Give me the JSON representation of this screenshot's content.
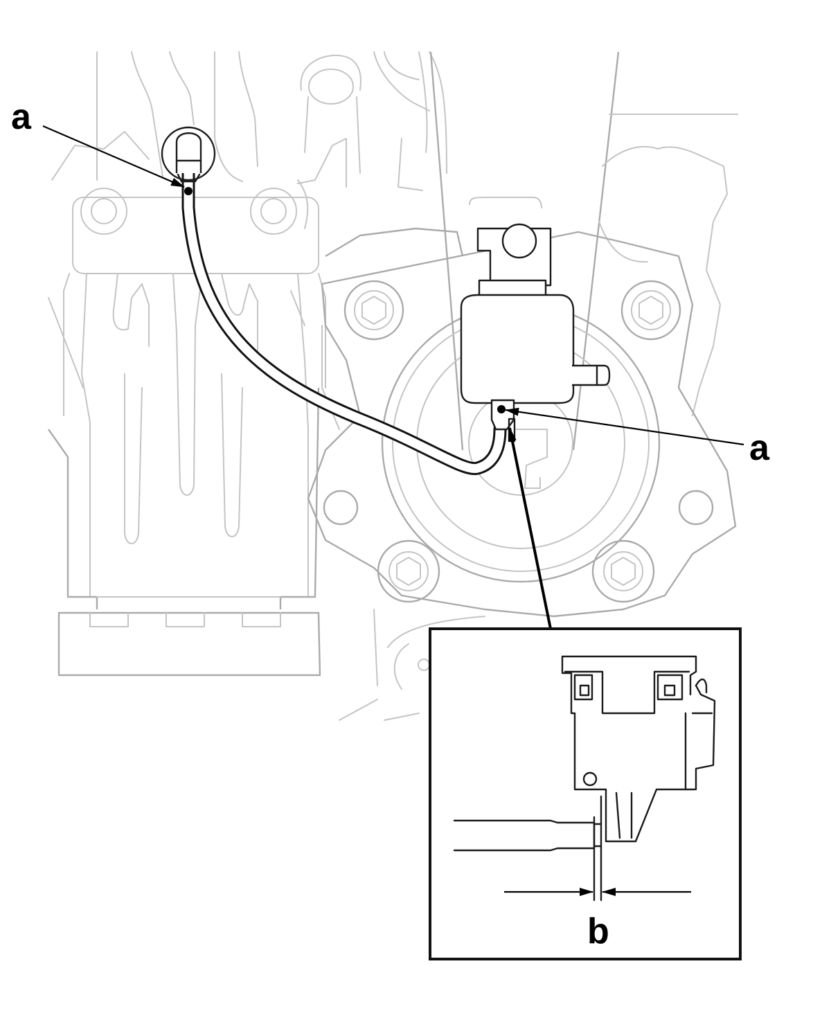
{
  "callouts": {
    "hose_end_upper": "a",
    "hose_end_lower": "a",
    "gap": "b"
  },
  "colors": {
    "line": "#000000",
    "ghost": "#c4c4c4",
    "background": "#ffffff"
  }
}
